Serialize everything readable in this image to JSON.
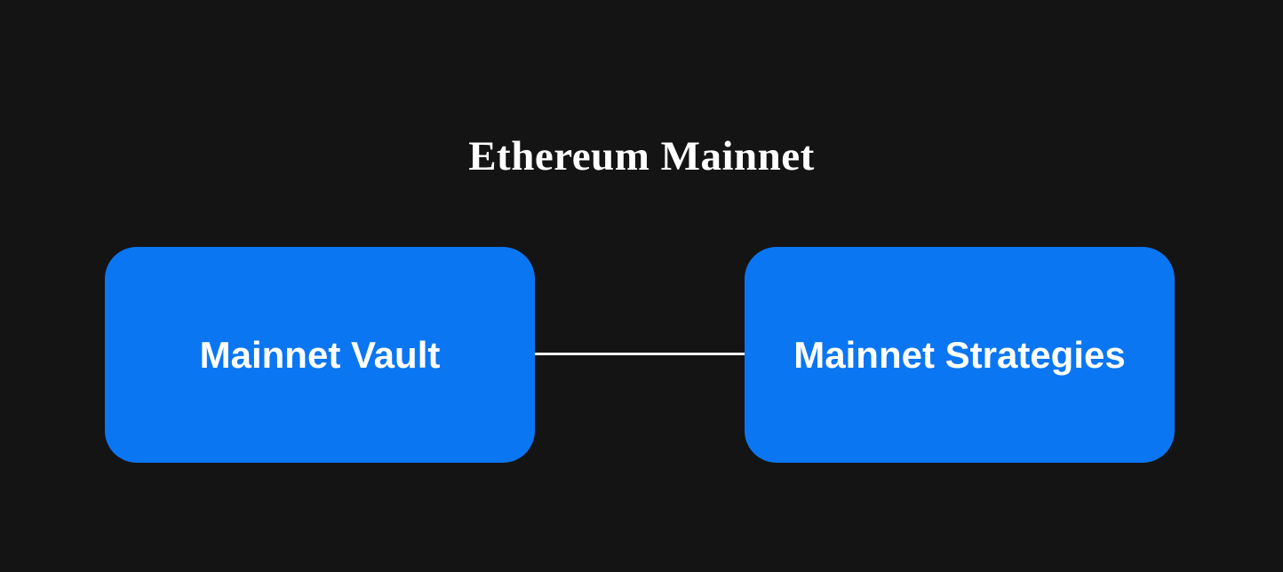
{
  "title": "Ethereum Mainnet",
  "colors": {
    "background": "#141414",
    "node_fill": "#0b76f2",
    "node_text": "#ffffff",
    "edge": "#ffffff",
    "title_text": "#ffffff"
  },
  "nodes": [
    {
      "id": "mainnet-vault",
      "label": "Mainnet Vault"
    },
    {
      "id": "mainnet-strategies",
      "label": "Mainnet Strategies"
    }
  ],
  "edges": [
    {
      "from": "mainnet-vault",
      "to": "mainnet-strategies",
      "style": "solid"
    }
  ]
}
